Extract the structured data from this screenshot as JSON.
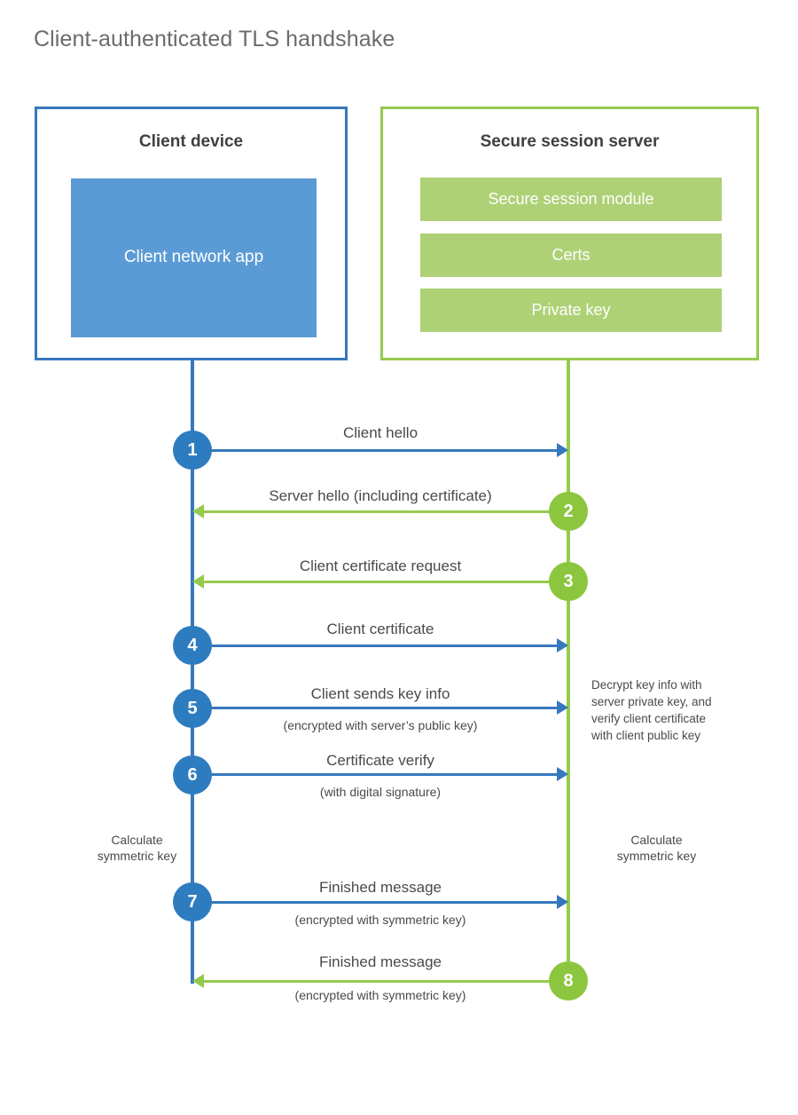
{
  "page": {
    "title": "Client-authenticated TLS handshake",
    "background": "#ffffff"
  },
  "colors": {
    "client_accent": "#3778bd",
    "client_app_fill": "#5b9bd5",
    "client_circle": "#2e7cc0",
    "server_accent": "#96ca4f",
    "server_module_fill": "#aed176",
    "server_circle": "#8cc63f",
    "text": "#4a4a4a",
    "title_text": "#6b6b6b"
  },
  "client": {
    "title": "Client device",
    "app_label": "Client network\napp"
  },
  "server": {
    "title": "Secure session server",
    "modules": [
      {
        "label": "Secure session module"
      },
      {
        "label": "Certs"
      },
      {
        "label": "Private key"
      }
    ]
  },
  "notes": {
    "server_decrypt": "Decrypt key info with\nserver private key, and\nverify client certificate\nwith client public key",
    "client_calc": "Calculate\nsymmetric key",
    "server_calc": "Calculate\nsymmetric key"
  },
  "chart_data": {
    "type": "diagram",
    "diagram_kind": "sequence",
    "title": "Client-authenticated TLS handshake",
    "actors": [
      "Client device",
      "Secure session server"
    ],
    "steps": [
      {
        "number": "1",
        "label": "Client hello",
        "sublabel": "",
        "direction": "client-to-server",
        "color": "#3778bd"
      },
      {
        "number": "2",
        "label": "Server hello (including certificate)",
        "sublabel": "",
        "direction": "server-to-client",
        "color": "#96ca4f"
      },
      {
        "number": "3",
        "label": "Client certificate request",
        "sublabel": "",
        "direction": "server-to-client",
        "color": "#96ca4f"
      },
      {
        "number": "4",
        "label": "Client certificate",
        "sublabel": "",
        "direction": "client-to-server",
        "color": "#3778bd"
      },
      {
        "number": "5",
        "label": "Client sends key info",
        "sublabel": "(encrypted with server’s public key)",
        "direction": "client-to-server",
        "color": "#3778bd"
      },
      {
        "number": "6",
        "label": "Certificate verify",
        "sublabel": "(with digital signature)",
        "direction": "client-to-server",
        "color": "#3778bd"
      },
      {
        "number": "7",
        "label": "Finished message",
        "sublabel": "(encrypted with symmetric key)",
        "direction": "client-to-server",
        "color": "#3778bd"
      },
      {
        "number": "8",
        "label": "Finished message",
        "sublabel": "(encrypted with symmetric key)",
        "direction": "server-to-client",
        "color": "#96ca4f"
      }
    ]
  }
}
